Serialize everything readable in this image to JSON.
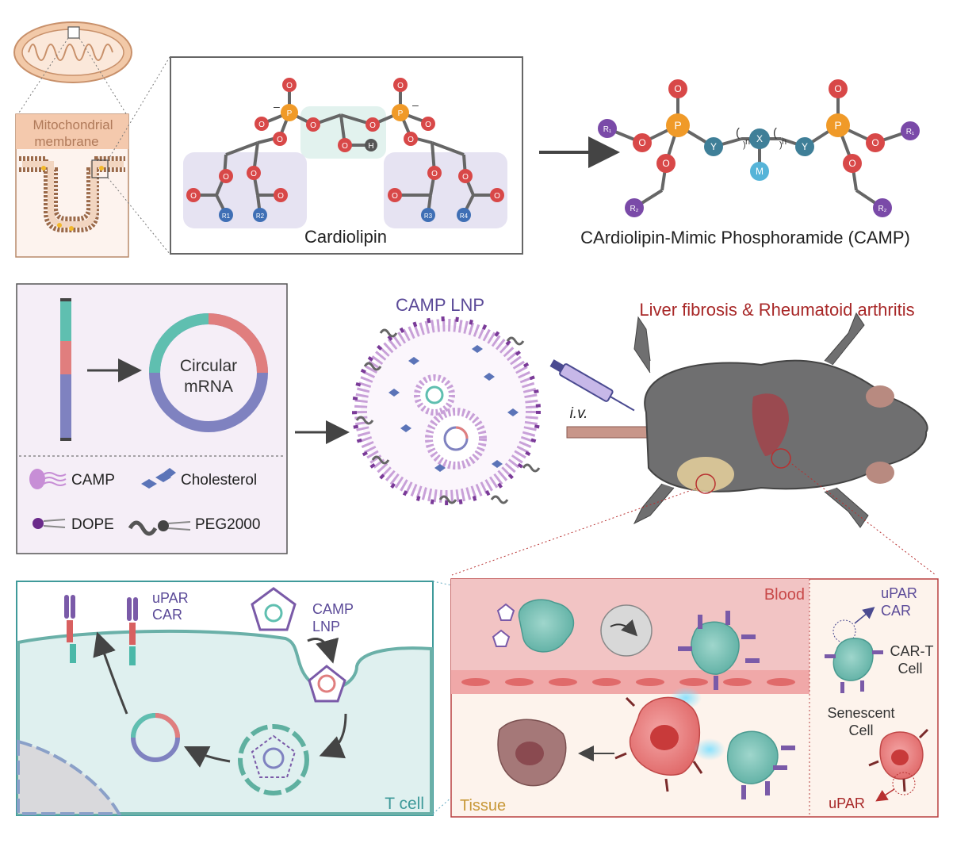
{
  "mito": {
    "label_line1": "Mitochondrial",
    "label_line2": "membrane"
  },
  "cardiolipin": {
    "title": "Cardiolipin",
    "P": "P",
    "O": "O",
    "H": "H",
    "minus": "–",
    "R1": "R1",
    "R2": "R2",
    "R3": "R3",
    "R4": "R4"
  },
  "camp": {
    "title": "CArdiolipin-Mimic Phosphoramide (CAMP)",
    "P": "P",
    "O": "O",
    "Y": "Y",
    "X": "X",
    "M": "M",
    "n": "n",
    "R1": "R₁",
    "R2": "R₂"
  },
  "legend": {
    "circular_line1": "Circular",
    "circular_line2": "mRNA",
    "camp": "CAMP",
    "cholesterol": "Cholesterol",
    "dope": "DOPE",
    "peg": "PEG2000"
  },
  "lnp": {
    "title": "CAMP LNP"
  },
  "mouse": {
    "title": "Liver fibrosis & Rheumatoid arthritis",
    "route": "i.v."
  },
  "tcell_panel": {
    "upar_line1": "uPAR",
    "upar_line2": "CAR",
    "lnp_line1": "CAMP",
    "lnp_line2": "LNP",
    "label": "T cell"
  },
  "tissue_panel": {
    "blood": "Blood",
    "tissue": "Tissue",
    "upar_line1": "uPAR",
    "upar_line2": "CAR",
    "cart_line1": "CAR-T",
    "cart_line2": "Cell",
    "sen_line1": "Senescent",
    "sen_line2": "Cell",
    "upar": "uPAR"
  },
  "colors": {
    "phosphorus": "#f09a28",
    "oxygen": "#d84848",
    "r_blue": "#3f6fb5",
    "r_purple": "#7a4aa8",
    "teal": "#4a98a8",
    "blood": "#c84848",
    "tissue": "#c89838",
    "tcell": "#3f9a9a",
    "mouse_text": "#a82828"
  }
}
